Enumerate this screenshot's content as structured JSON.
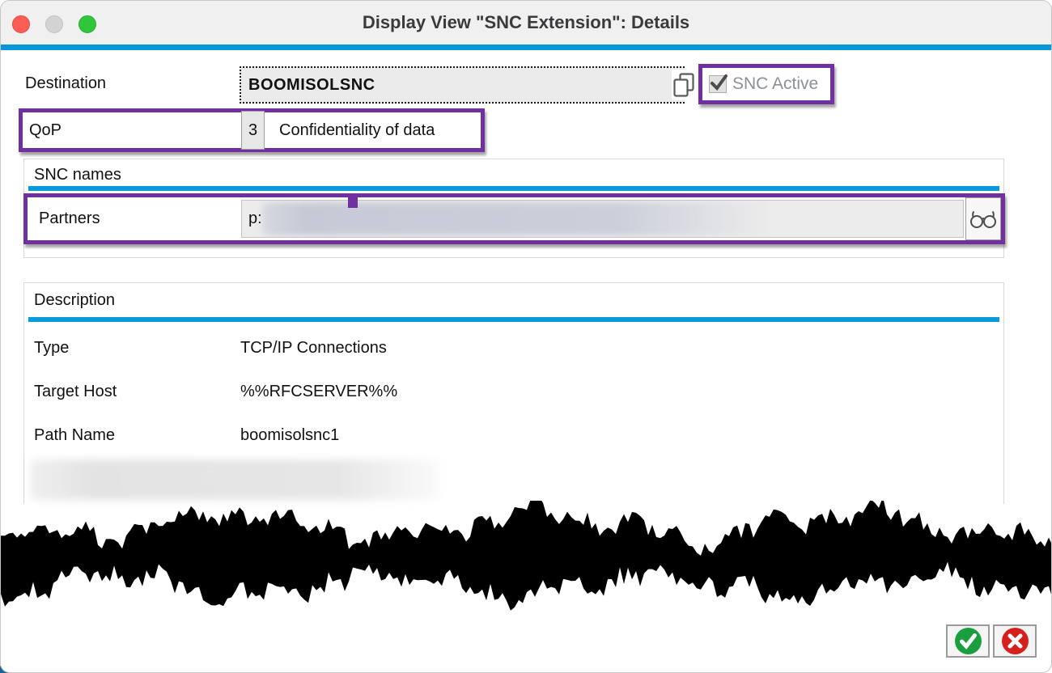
{
  "window": {
    "title": "Display View \"SNC Extension\": Details",
    "traffic_lights": {
      "close": "close-circle",
      "minimize": "minimize-circle-disabled",
      "zoom": "zoom-circle"
    }
  },
  "colors": {
    "accent_blue": "#0a97d9",
    "highlight_purple": "#7030a0",
    "confirm_green": "#1b9e3e",
    "cancel_red": "#d6201c"
  },
  "destination_row": {
    "label": "Destination",
    "value": "BOOMISOLSNC",
    "copy_icon": "copy-icon"
  },
  "snc_active": {
    "label": "SNC Active",
    "checked": true
  },
  "qop_row": {
    "label": "QoP",
    "value": "3",
    "text": "Confidentiality of data"
  },
  "snc_names": {
    "title": "SNC names",
    "partners": {
      "label": "Partners",
      "value": "p:",
      "redacted": true,
      "display_icon": "glasses-icon"
    }
  },
  "description": {
    "title": "Description",
    "rows": [
      {
        "label": "Type",
        "value": "TCP/IP Connections"
      },
      {
        "label": "Target Host",
        "value": "%%RFCSERVER%%"
      },
      {
        "label": "Path Name",
        "value": "boomisolsnc1"
      }
    ],
    "redacted_row": true
  },
  "footer": {
    "confirm_icon": "check-circle-icon",
    "cancel_icon": "x-circle-icon"
  }
}
